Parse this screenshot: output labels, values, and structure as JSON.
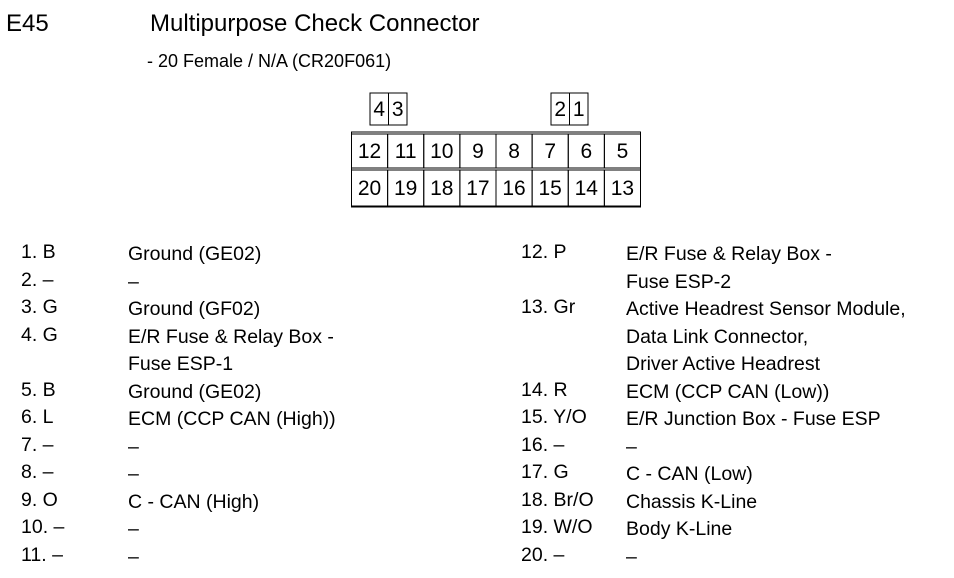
{
  "connector_code": "E45",
  "title": "Multipurpose Check Connector",
  "subtitle": "- 20 Female / N/A (CR20F061)",
  "connector_face": {
    "top_left": [
      "4",
      "3"
    ],
    "top_right": [
      "2",
      "1"
    ],
    "row1": [
      "12",
      "11",
      "10",
      "9",
      "8",
      "7",
      "6",
      "5"
    ],
    "row2": [
      "20",
      "19",
      "18",
      "17",
      "16",
      "15",
      "14",
      "13"
    ]
  },
  "pins_left": [
    {
      "label": "1. B",
      "lines": [
        "Ground (GE02)"
      ]
    },
    {
      "label": "2. –",
      "lines": [
        "–"
      ]
    },
    {
      "label": "3. G",
      "lines": [
        "Ground (GF02)"
      ]
    },
    {
      "label": "4. G",
      "lines": [
        "E/R Fuse & Relay Box -",
        "Fuse ESP-1"
      ]
    },
    {
      "label": "5. B",
      "lines": [
        "Ground (GE02)"
      ]
    },
    {
      "label": "6. L",
      "lines": [
        "ECM (CCP CAN (High))"
      ]
    },
    {
      "label": "7. –",
      "lines": [
        "–"
      ]
    },
    {
      "label": "8. –",
      "lines": [
        "–"
      ]
    },
    {
      "label": "9. O",
      "lines": [
        "C - CAN (High)"
      ]
    },
    {
      "label": "10. –",
      "lines": [
        "–"
      ]
    },
    {
      "label": "11. –",
      "lines": [
        "–"
      ]
    }
  ],
  "pins_right": [
    {
      "label": "12. P",
      "lines": [
        "E/R Fuse & Relay Box -",
        "Fuse ESP-2"
      ]
    },
    {
      "label": "13. Gr",
      "lines": [
        "Active Headrest Sensor Module,",
        "Data Link Connector,",
        "Driver Active Headrest"
      ]
    },
    {
      "label": "14. R",
      "lines": [
        "ECM (CCP CAN (Low))"
      ]
    },
    {
      "label": "15. Y/O",
      "lines": [
        "E/R Junction Box - Fuse ESP"
      ]
    },
    {
      "label": "16. –",
      "lines": [
        "–"
      ]
    },
    {
      "label": "17. G",
      "lines": [
        "C - CAN (Low)"
      ]
    },
    {
      "label": "18. Br/O",
      "lines": [
        "Chassis K-Line"
      ]
    },
    {
      "label": "19. W/O",
      "lines": [
        "Body K-Line"
      ]
    },
    {
      "label": "20. –",
      "lines": [
        "–"
      ]
    }
  ]
}
